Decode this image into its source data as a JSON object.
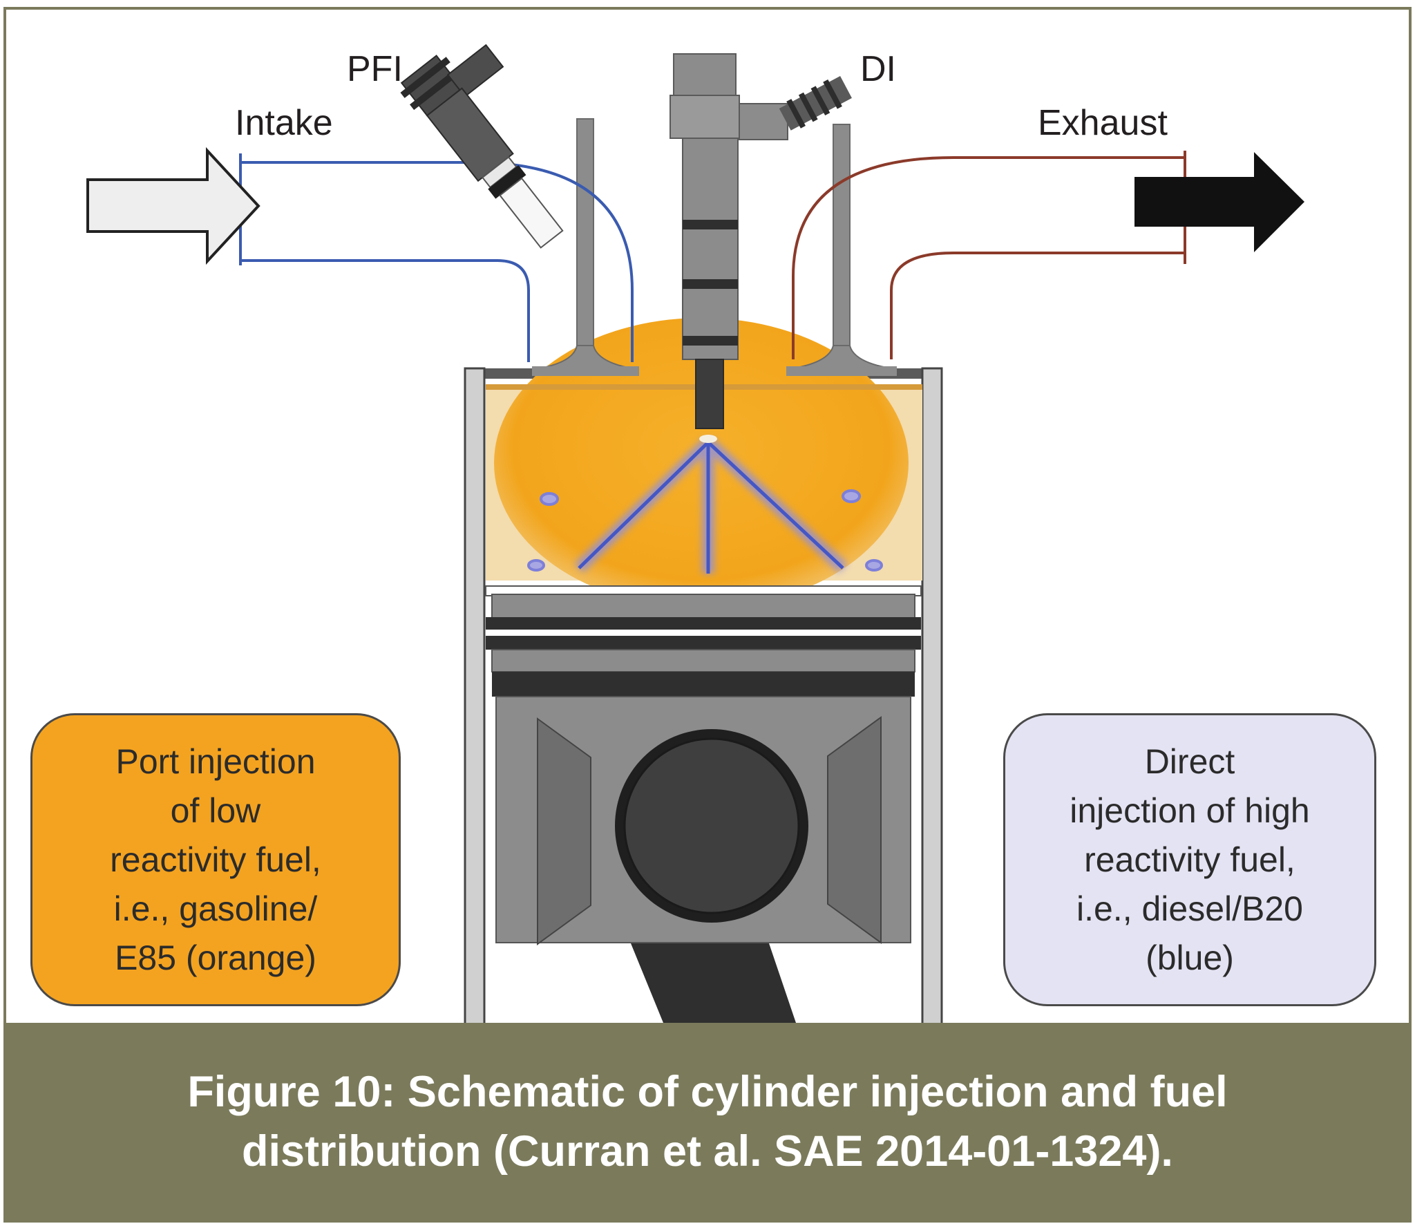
{
  "labels": {
    "pfi": "PFI",
    "di": "DI",
    "intake": "Intake",
    "exhaust": "Exhaust"
  },
  "callouts": {
    "port_injection": "Port injection\nof low\nreactivity fuel,\ni.e., gasoline/\nE85 (orange)",
    "direct_injection": "Direct\ninjection of high\nreactivity fuel,\ni.e., diesel/B20\n(blue)"
  },
  "caption": "Figure 10: Schematic of cylinder injection and fuel\ndistribution (Curran et al. SAE 2014-01-1324).",
  "colors": {
    "low_reactivity_fuel": "#f4a81d",
    "high_reactivity_fuel": "#4557c4",
    "intake_port": "#3a5bb0",
    "exhaust_port": "#8b3a2a",
    "caption_band": "#7b7b5c",
    "direct_callout_fill": "#e4e3f3",
    "port_callout_fill": "#f4a320",
    "metal": "#8c8c8c"
  },
  "icons": {
    "intake_arrow": "arrow-right-outline-icon",
    "exhaust_arrow": "arrow-right-solid-icon"
  }
}
